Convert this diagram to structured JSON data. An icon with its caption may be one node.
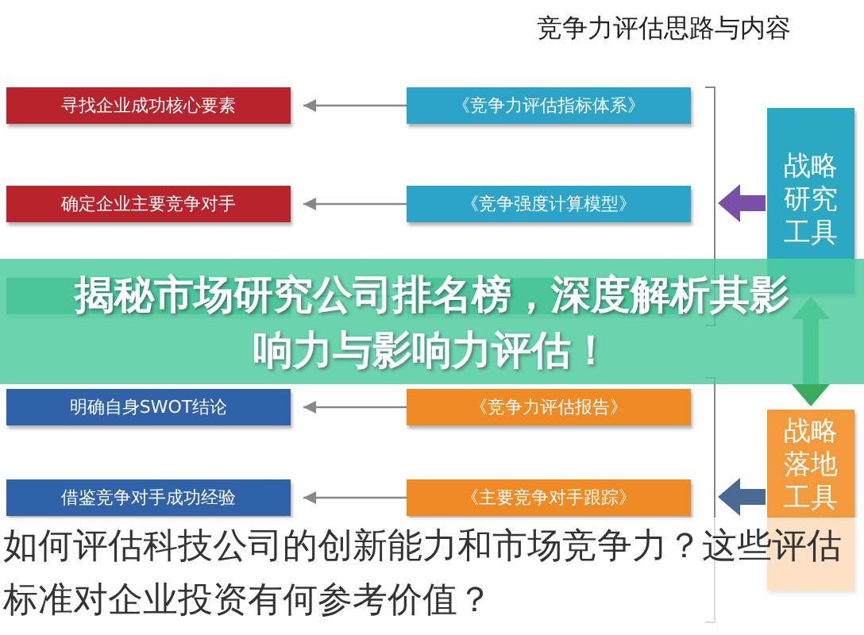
{
  "diagram": {
    "title": "竞争力评估思路与内容",
    "nodes": [
      {
        "text": [
          "寻找企业成功核心要素"
        ]
      },
      {
        "text": [
          "《竞争力评估指标体系》"
        ]
      },
      {
        "text": [
          "确定企业主要竞争对手"
        ]
      },
      {
        "text": [
          "《竞争强度计算模型》"
        ]
      },
      {
        "text": [
          "战略研究工具"
        ]
      },
      {
        "text": [],
        "shape": "box"
      },
      {
        "text": [],
        "shape": "box"
      },
      {
        "text": [
          "明确自身SWOT结论"
        ]
      },
      {
        "text": [
          "《竞争力评估报告》"
        ]
      },
      {
        "text": [
          "战略落地工具"
        ]
      },
      {
        "text": [
          "借鉴竞争对手成功经验"
        ]
      },
      {
        "text": [
          "《主要竞争对手跟踪》"
        ]
      }
    ],
    "edges": [
      {
        "from": 1,
        "to": 0,
        "arrow": "to"
      },
      {
        "from": 3,
        "to": 2,
        "arrow": "to"
      },
      {
        "from": 6,
        "to": 5,
        "arrow": "to"
      },
      {
        "from": 8,
        "to": 7,
        "arrow": "to"
      },
      {
        "from": 11,
        "to": 10,
        "arrow": "to"
      },
      {
        "from": 4,
        "to": null,
        "arrow": "to",
        "style": "thick",
        "color": "#7b4fa8"
      },
      {
        "from": 9,
        "to": null,
        "arrow": "to",
        "style": "thick",
        "color": "#4a6a94"
      },
      {
        "from": 4,
        "to": 9,
        "arrow": "both",
        "style": "thick",
        "color": "#3aaa5c"
      }
    ],
    "labels": [
      "揭秘市场研究公司排名榜，深度解析其影响力与影响力评估！"
    ],
    "caption": "如何评估科技公司的创新能力和市场竞争力？这些评估标准对企业投资有何参考价值？"
  }
}
